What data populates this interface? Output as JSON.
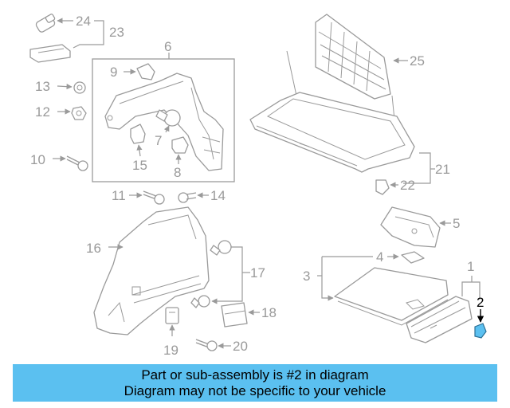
{
  "diagram": {
    "highlight_color": "#5bc0f0",
    "callouts": [
      "1",
      "2",
      "3",
      "4",
      "5",
      "6",
      "7",
      "8",
      "9",
      "10",
      "11",
      "12",
      "13",
      "14",
      "15",
      "16",
      "17",
      "18",
      "19",
      "20",
      "21",
      "22",
      "23",
      "24",
      "25"
    ],
    "highlighted_part": "2"
  },
  "banner": {
    "line1": "Part or sub-assembly is #2 in diagram",
    "line2": "Diagram may not be specific to your vehicle",
    "color": "#5bc0f0"
  }
}
